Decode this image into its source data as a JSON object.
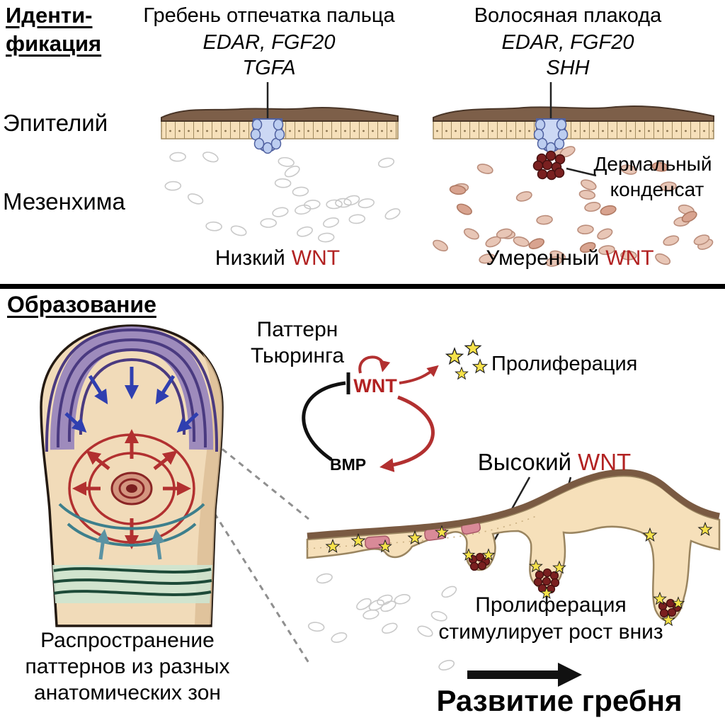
{
  "top": {
    "heading_line1": "Иденти-",
    "heading_line2": "фикация",
    "epithelium_label": "Эпителий",
    "mesenchyme_label": "Мезенхима",
    "left": {
      "title": "Гребень отпечатка пальца",
      "genes_line1": "EDAR, FGF20",
      "genes_line2": "TGFA",
      "wnt_level": "Низкий",
      "wnt_gene": "WNT"
    },
    "right": {
      "title": "Волосяная плакода",
      "genes_line1": "EDAR, FGF20",
      "genes_line2": "SHH",
      "wnt_level": "Умеренный",
      "wnt_gene": "WNT",
      "dermal_line1": "Дермальный",
      "dermal_line2": "конденсат"
    }
  },
  "bottom": {
    "heading": "Образование",
    "turing": {
      "title_line1": "Паттерн",
      "title_line2": "Тьюринга",
      "wnt_node": "WNT",
      "bmp_node": "BMP",
      "proliferation_label": "Пролиферация"
    },
    "high_wnt_level": "Высокий",
    "high_wnt_gene": "WNT",
    "proliferation_caption_line1": "Пролиферация",
    "proliferation_caption_line2": "стимулирует рост вниз",
    "ridge_caption": "Развитие гребня",
    "finger_caption_line1": "Распространение",
    "finger_caption_line2": "паттернов из разных",
    "finger_caption_line3": "анатомических зон"
  },
  "colors": {
    "wnt_red": "#b22222",
    "pattern_red": "#b23030",
    "arrow_blue": "#2f3fb0",
    "teal": "#4a8a99",
    "ridge_green": "#1d4a38",
    "purple_dark": "#4a3a80",
    "purple_band": "#9582bd",
    "skin_fill": "#f1dbb9",
    "epithelium_fill": "#f6e0ba",
    "epithelium_stroke": "#9a8560",
    "top_layer_brown": "#7a5a42",
    "placode_blue_fill": "#bccdf0",
    "placode_blue_stroke": "#5061a0",
    "condensate_red": "#7a2020",
    "star_yellow": "#f7e24a",
    "mesenchyme_gray": "#c9c9c9",
    "mesenchyme_pink_fill": "#e8c6b6",
    "mesenchyme_pink_stroke": "#bb8e7c",
    "mesenchyme_pink_dark": "#d8a38f",
    "mesenchyme_pink_dark_stroke": "#b07a64"
  }
}
